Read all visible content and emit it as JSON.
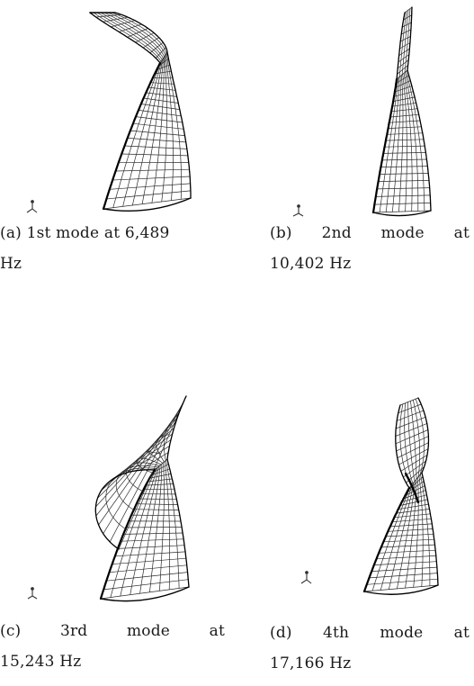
{
  "figure": {
    "panels": [
      {
        "id": "a",
        "caption_line1": "(a)  1st  mode  at  6,489",
        "caption_line2": "Hz"
      },
      {
        "id": "b",
        "caption_line1": "(b)   2nd   mode   at",
        "caption_line2": "10,402  Hz"
      },
      {
        "id": "c",
        "caption_line1": "(c)   3rd   mode   at",
        "caption_line2": "15,243  Hz"
      },
      {
        "id": "d",
        "caption_line1": "(d)   4th   mode   at",
        "caption_line2": "17,166  Hz"
      }
    ],
    "colors": {
      "mesh": "#2b2b2b",
      "edge": "#000000",
      "background": "#ffffff"
    }
  }
}
